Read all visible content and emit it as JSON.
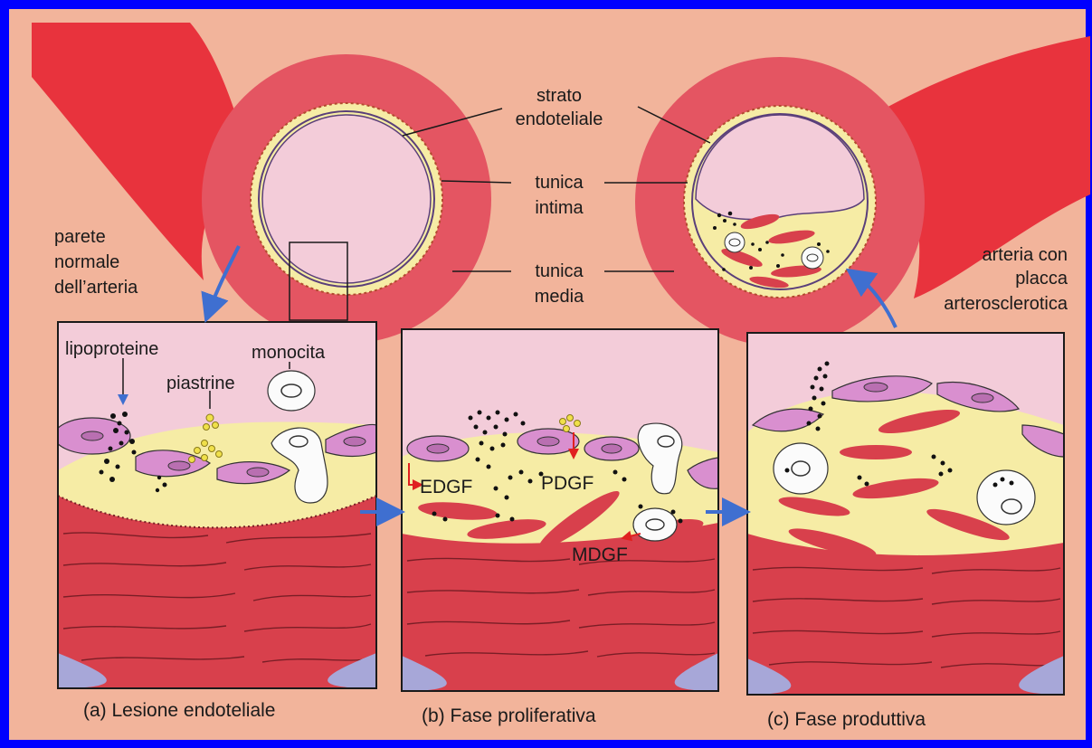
{
  "colors": {
    "frame_blue": "#0000ff",
    "paper": "#f2b49b",
    "artery_red": "#e8333d",
    "media_red": "#e45562",
    "muscle_red": "#d8404c",
    "lumen_pink": "#f3ccd9",
    "intima_yellow": "#f6eca5",
    "cell_violet": "#d98fcf",
    "base_blue": "#a7a7d8",
    "arrow_blue": "#3f6fd0",
    "gf_arrow_red": "#e02020"
  },
  "labels": {
    "strato_line1": "strato",
    "strato_line2": "endoteliale",
    "intima_line1": "tunica",
    "intima_line2": "intima",
    "media_line1": "tunica",
    "media_line2": "media",
    "parete_line1": "parete",
    "parete_line2": "normale",
    "parete_line3": "dell’arteria",
    "placca_line1": "arteria con",
    "placca_line2": "placca",
    "placca_line3": "arterosclerotica",
    "lipoproteine": "lipoproteine",
    "piastrine": "piastrine",
    "monocita": "monocita",
    "edgf": "EDGF",
    "pdgf": "PDGF",
    "mdgf": "MDGF"
  },
  "captions": {
    "a": "(a)  Lesione endoteliale",
    "b": "(b)  Fase proliferativa",
    "c": "(c)  Fase produttiva"
  },
  "icons": [
    "blue-arrow-icon",
    "red-arrow-icon",
    "platelet-icon",
    "monocyte-icon",
    "lipoprotein-dots-icon"
  ]
}
